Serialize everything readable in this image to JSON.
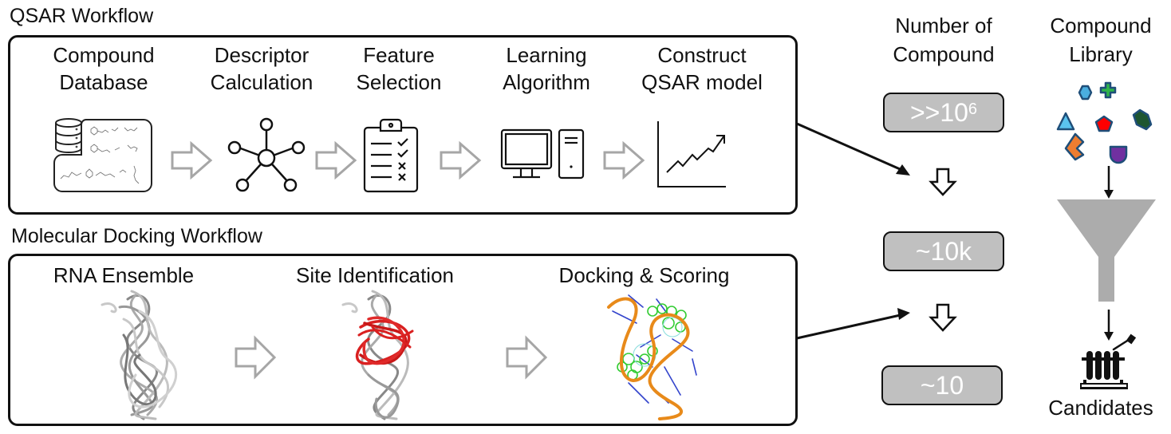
{
  "qsar": {
    "title": "QSAR Workflow",
    "steps": [
      {
        "line1": "Compound",
        "line2": "Database",
        "icon": "database-molecules-icon"
      },
      {
        "line1": "Descriptor",
        "line2": "Calculation",
        "icon": "network-nodes-icon"
      },
      {
        "line1": "Feature",
        "line2": "Selection",
        "icon": "clipboard-checklist-icon"
      },
      {
        "line1": "Learning",
        "line2": "Algorithm",
        "icon": "desktop-computer-icon"
      },
      {
        "line1": "Construct",
        "line2": "QSAR model",
        "icon": "trend-chart-icon"
      }
    ]
  },
  "docking": {
    "title": "Molecular Docking Workflow",
    "steps": [
      {
        "label": "RNA Ensemble",
        "icon": "rna-ensemble-structure"
      },
      {
        "label": "Site Identification",
        "icon": "rna-binding-site-structure"
      },
      {
        "label": "Docking & Scoring",
        "icon": "rna-ligand-docking-structure"
      }
    ]
  },
  "counts": {
    "title_line1": "Number of",
    "title_line2": "Compound",
    "stages": [
      {
        "base": ">>10",
        "exponent": "6"
      },
      {
        "base": "~10k",
        "exponent": ""
      },
      {
        "base": "~10",
        "exponent": ""
      }
    ]
  },
  "library": {
    "title_line1": "Compound",
    "title_line2": "Library",
    "result_label": "Candidates"
  },
  "colors": {
    "box_fill": "#c0c0c0",
    "arrow_gray": "#a6a6a6",
    "funnel_gray": "#acacac",
    "shape_outline": "#1f4e79",
    "hexagon": "#4aaee0",
    "plus": "#2fb34a",
    "triangle": "#5bc3ef",
    "pentagon": "#ff0000",
    "dark_shape": "#1e5631",
    "chevron": "#ed7d31",
    "drop": "#7030a0",
    "binding_site": "#d92020",
    "rna_backbone": "#e88a1a"
  }
}
